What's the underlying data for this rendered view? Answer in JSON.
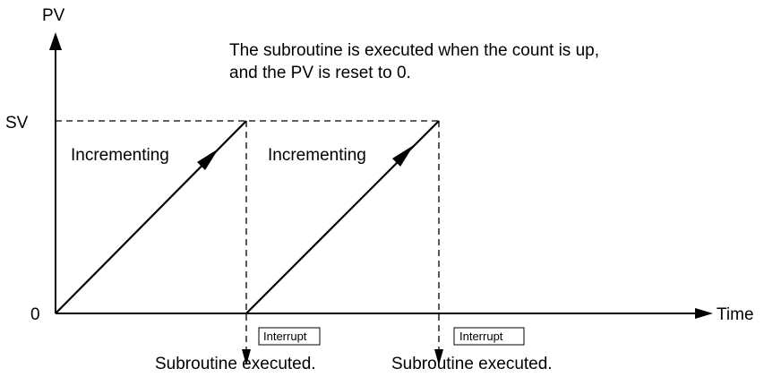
{
  "axes": {
    "y_label": "PV",
    "x_label": "Time",
    "sv_label": "SV",
    "zero_label": "0"
  },
  "note": {
    "line1": "The subroutine is executed when the count is up,",
    "line2": "and the PV is reset to 0."
  },
  "ramps": [
    {
      "label": "Incrementing"
    },
    {
      "label": "Incrementing"
    }
  ],
  "events": [
    {
      "box_label": "Interrupt",
      "caption": "Subroutine executed."
    },
    {
      "box_label": "Interrupt",
      "caption": "Subroutine executed."
    }
  ]
}
